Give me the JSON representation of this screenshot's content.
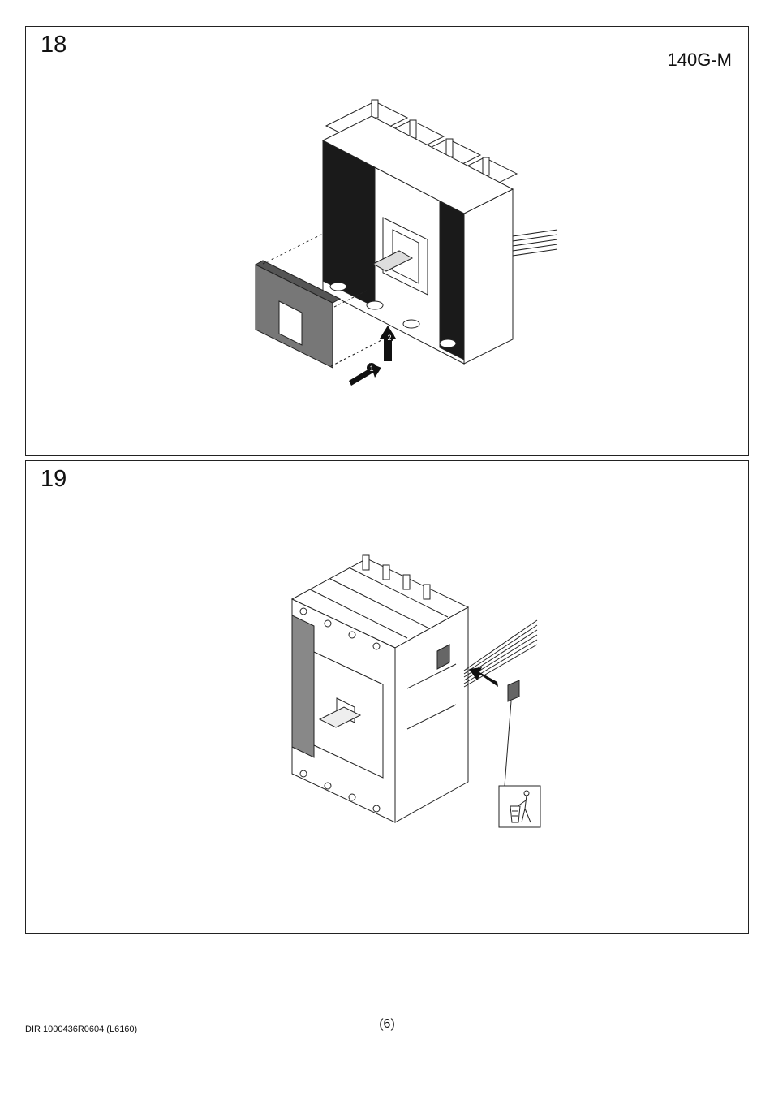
{
  "steps": [
    {
      "number": "18",
      "model": "140G-M",
      "callouts": [
        "1",
        "2"
      ]
    },
    {
      "number": "19"
    }
  ],
  "footer": {
    "document_id": "DIR 1000436R0604 (L6160)",
    "page": "(6)"
  },
  "icons": {
    "step18_action": "arrow-icon",
    "step19_disposal": "recycle-bin-icon"
  }
}
